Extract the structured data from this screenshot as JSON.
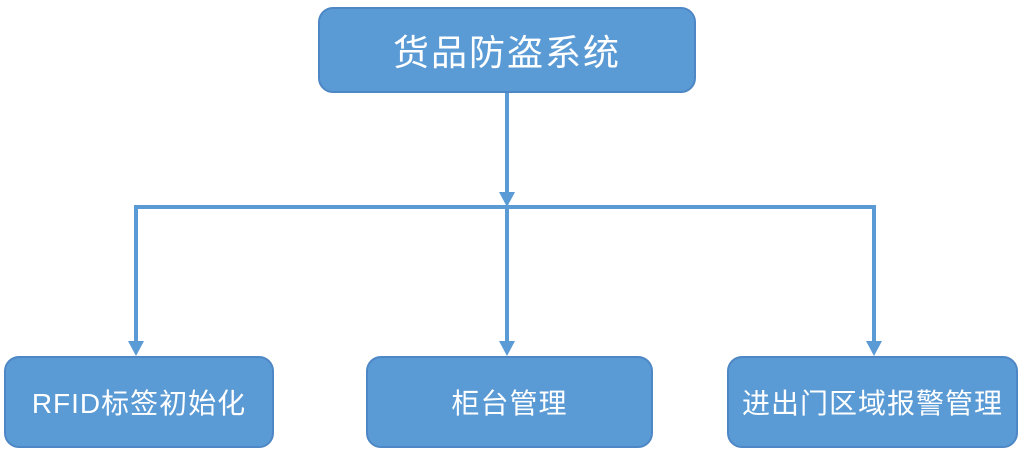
{
  "diagram": {
    "type": "flowchart",
    "nodes": [
      {
        "id": "root",
        "label": "货品防盗系统"
      },
      {
        "id": "rfid-init",
        "label": "RFID标签初始化"
      },
      {
        "id": "counter-mgmt",
        "label": "柜台管理"
      },
      {
        "id": "entrance-alarm",
        "label": "进出门区域报警管理"
      }
    ],
    "edges": [
      {
        "from": "root",
        "to": "rfid-init",
        "style": "elbow",
        "arrow": "down"
      },
      {
        "from": "root",
        "to": "counter-mgmt",
        "style": "elbow",
        "arrow": "down"
      },
      {
        "from": "root",
        "to": "entrance-alarm",
        "style": "elbow",
        "arrow": "down"
      }
    ]
  },
  "colors": {
    "node_fill": "#5B9BD5",
    "node_border": "#4E87C5",
    "connector": "#5B9BD5",
    "node_text": "#FFFFFF",
    "background": "#FFFFFF"
  }
}
